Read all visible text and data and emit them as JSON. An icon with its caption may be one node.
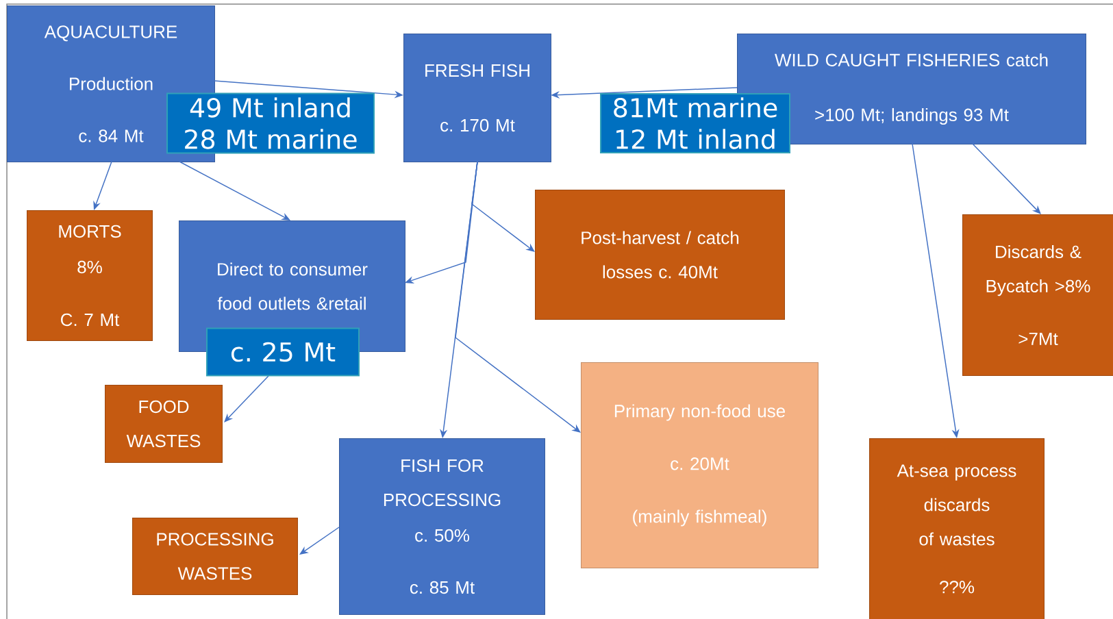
{
  "diagram": {
    "nodes": [
      {
        "text": [
          "AQUACULTURE",
          "Production",
          "c. 84 Mt"
        ]
      },
      {
        "text": [
          "FRESH FISH",
          "c. 170 Mt"
        ]
      },
      {
        "text": [
          "WILD CAUGHT FISHERIES catch",
          ">100 Mt; landings 93 Mt"
        ]
      },
      {
        "text": [
          "MORTS",
          "8%",
          "C. 7 Mt"
        ]
      },
      {
        "text": [
          "Direct to consumer food outlets &retail"
        ]
      },
      {
        "text": [
          "Post-harvest / catch losses c. 40Mt"
        ]
      },
      {
        "text": [
          "Discards & Bycatch >8%",
          ">7Mt"
        ]
      },
      {
        "text": [
          "FOOD WASTES"
        ]
      },
      {
        "text": [
          "Primary non-food use",
          "c. 20Mt",
          "(mainly fishmeal)"
        ]
      },
      {
        "text": [
          "FISH FOR PROCESSING",
          "c. 50%",
          "c. 85 Mt"
        ]
      },
      {
        "text": [
          "PROCESSING WASTES"
        ]
      },
      {
        "text": [
          "At-sea process discards of wastes",
          "??%"
        ]
      }
    ],
    "edges": [
      {
        "from": 0,
        "to": 1,
        "arrow": "to",
        "label": "49 Mt inland 28 Mt marine"
      },
      {
        "from": 2,
        "to": 1,
        "arrow": "to",
        "label": "81Mt marine 12 Mt inland"
      },
      {
        "from": 0,
        "to": 3,
        "arrow": "to"
      },
      {
        "from": 0,
        "to": 4,
        "arrow": "to"
      },
      {
        "from": 1,
        "to": 5,
        "arrow": "to"
      },
      {
        "from": 1,
        "to": 4,
        "arrow": "to"
      },
      {
        "from": 1,
        "to": 9,
        "arrow": "to"
      },
      {
        "from": 1,
        "to": 8,
        "arrow": "to"
      },
      {
        "from": 2,
        "to": 6,
        "arrow": "to"
      },
      {
        "from": 2,
        "to": 11,
        "arrow": "to"
      },
      {
        "from": 4,
        "to": 7,
        "arrow": "to",
        "label": "c. 25 Mt"
      },
      {
        "from": 9,
        "to": 10,
        "arrow": "to"
      }
    ]
  }
}
